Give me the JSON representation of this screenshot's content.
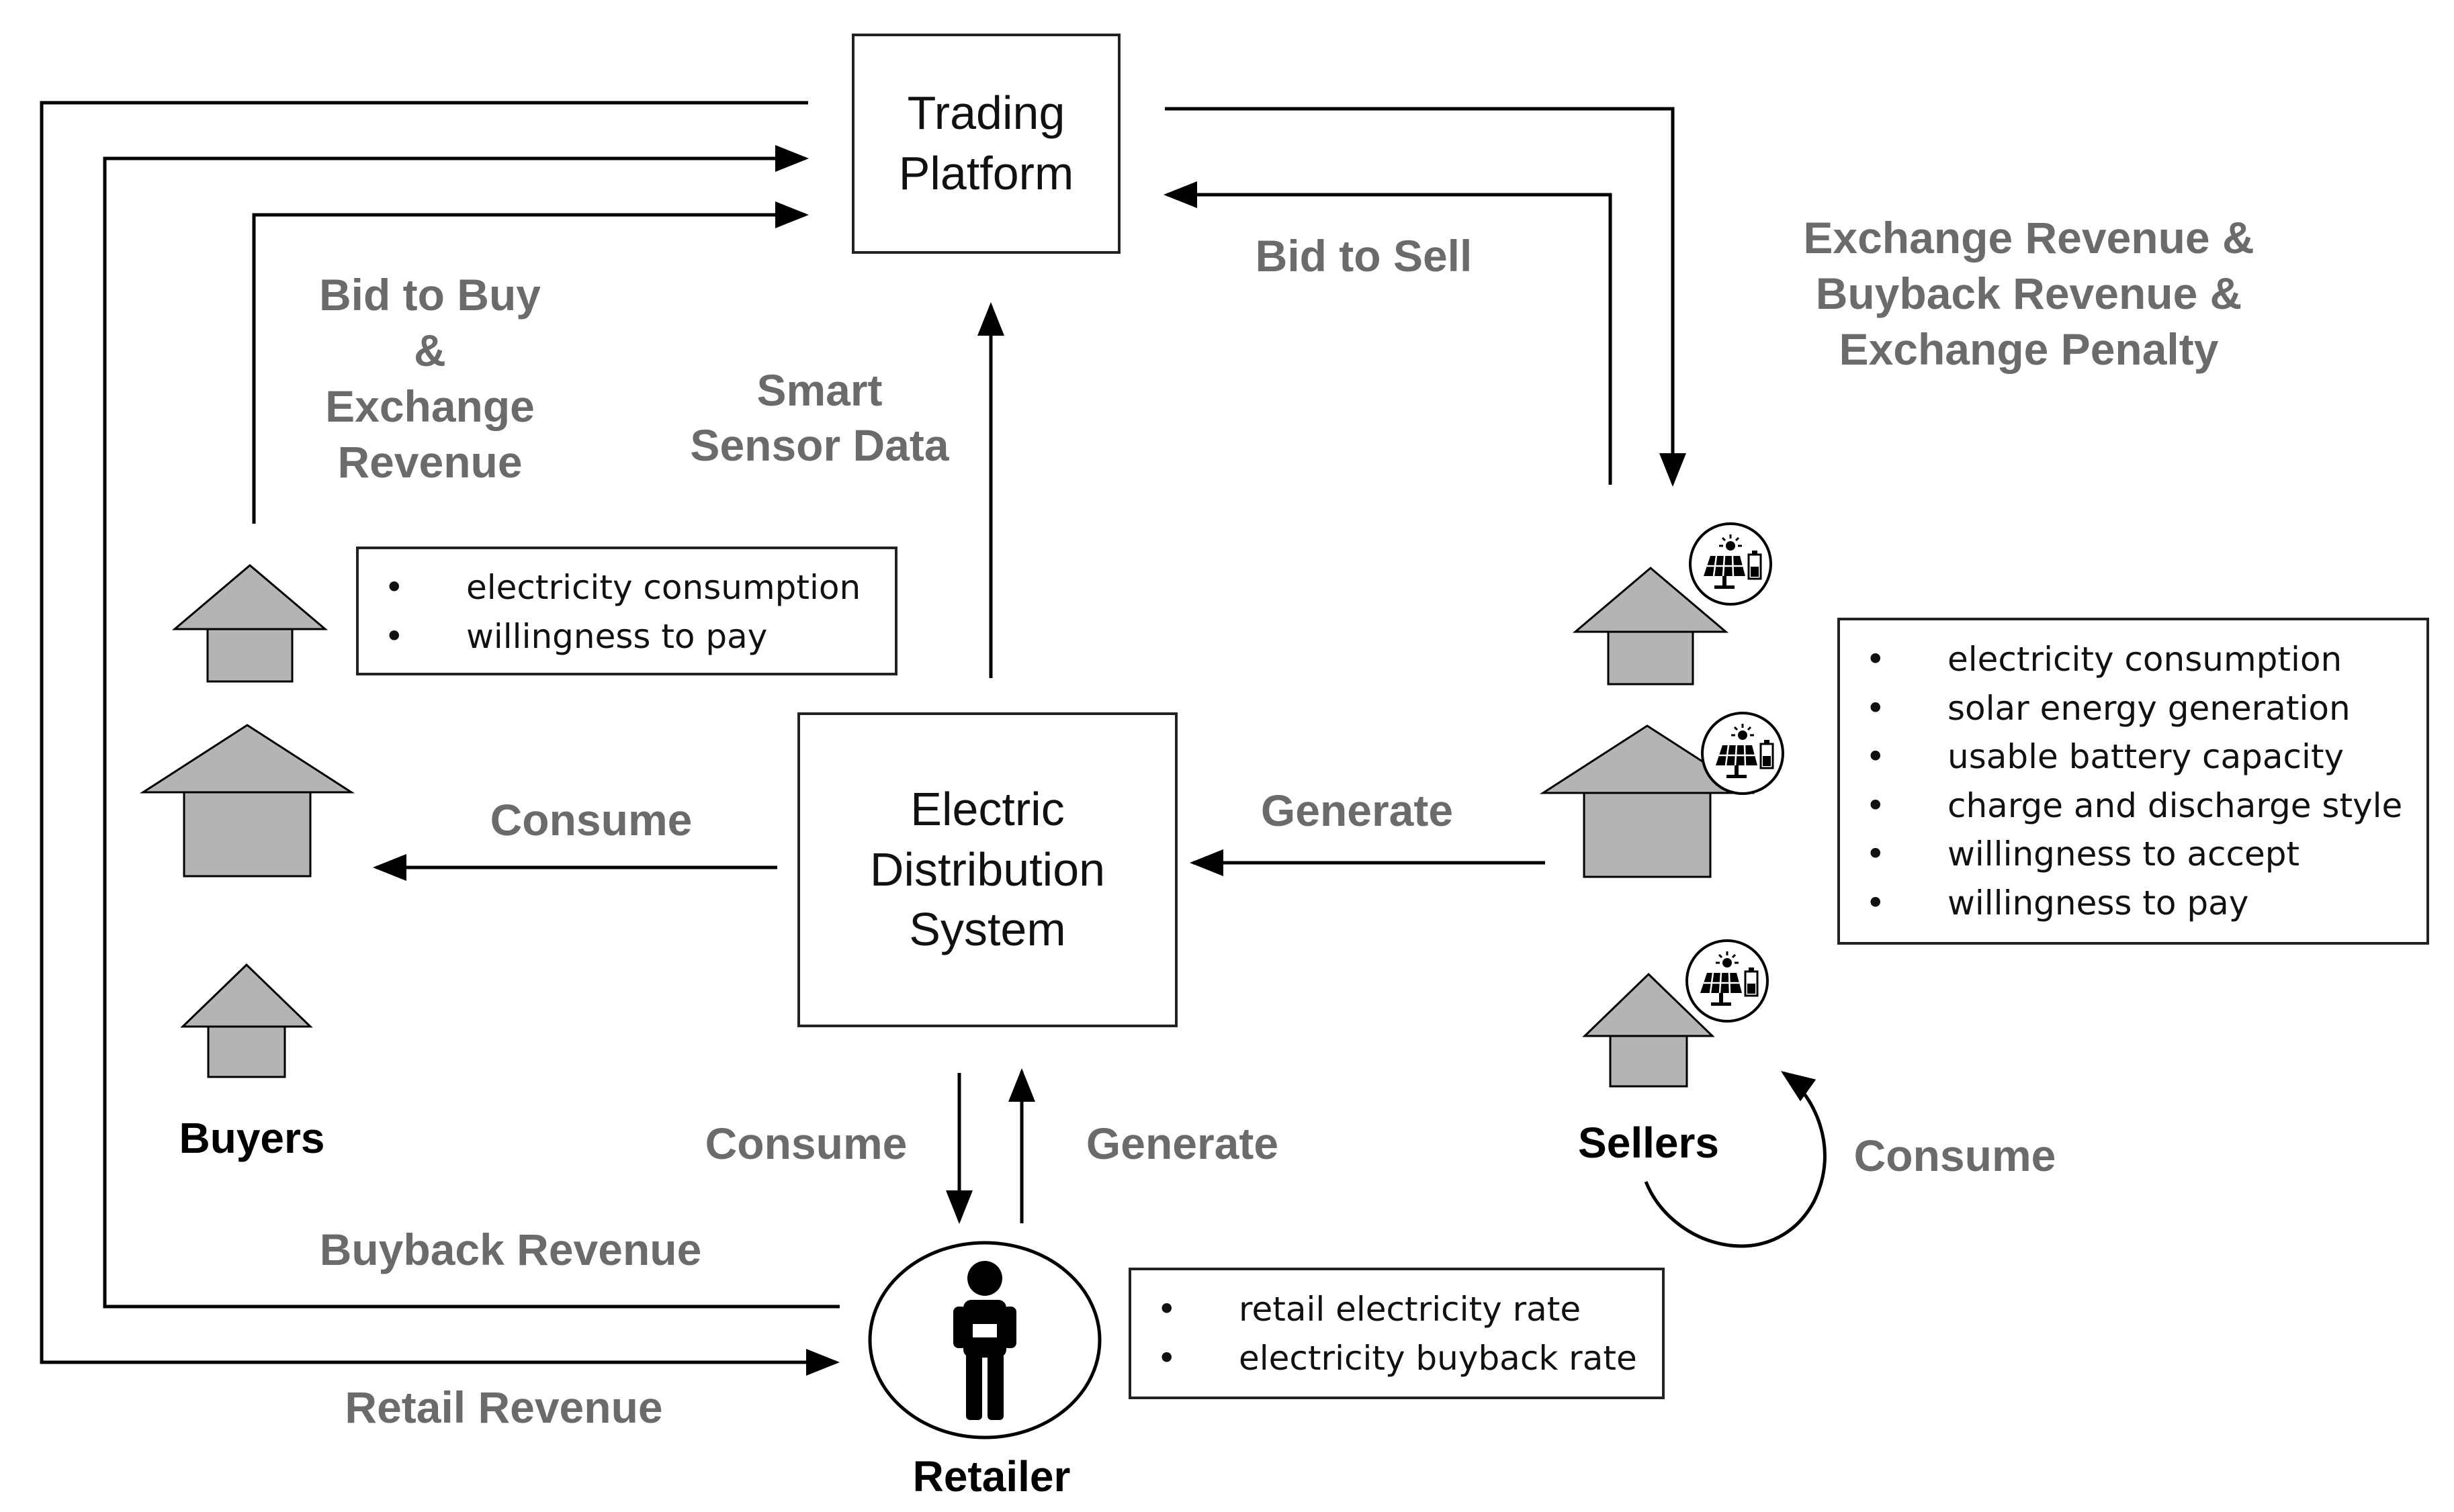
{
  "nodes": {
    "trading_platform": "Trading\nPlatform",
    "distribution_system": "Electric\nDistribution\nSystem"
  },
  "groups": {
    "buyers": "Buyers",
    "sellers": "Sellers",
    "retailer": "Retailer"
  },
  "flows": {
    "bid_to_buy": "Bid to Buy\n&\nExchange\nRevenue",
    "smart_sensor_data": "Smart\nSensor Data",
    "bid_to_sell": "Bid to Sell",
    "seller_revenue": "Exchange Revenue &\nBuyback Revenue &\nExchange Penalty",
    "buyer_consume": "Consume",
    "seller_generate": "Generate",
    "retailer_consume": "Consume",
    "retailer_generate": "Generate",
    "seller_self_consume": "Consume",
    "buyback_revenue": "Buyback Revenue",
    "retail_revenue": "Retail Revenue"
  },
  "buyer_attributes": [
    "electricity consumption",
    "willingness to pay"
  ],
  "seller_attributes": [
    "electricity consumption",
    "solar energy generation",
    "usable battery capacity",
    "charge and discharge style",
    "willingness to accept",
    "willingness to pay"
  ],
  "retailer_attributes": [
    "retail electricity rate",
    "electricity buyback rate"
  ],
  "icons": {
    "house": "house-icon",
    "solar_battery": "solar-panel-battery-icon",
    "retailer": "person-icon"
  },
  "colors": {
    "house_fill": "#b4b4b4",
    "label_gray": "#6b6b6b",
    "line": "#000000"
  }
}
